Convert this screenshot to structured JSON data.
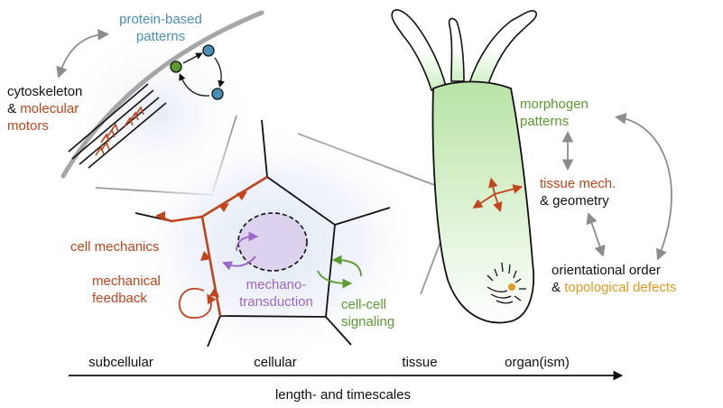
{
  "colors": {
    "orange": "#c0441c",
    "blue": "#4a8fb5",
    "green": "#5a9a2e",
    "purple": "#9a66c6",
    "yellow": "#e19a22",
    "gray": "#8c8c8c",
    "hydra_green": "#bfe6b0"
  },
  "labels": {
    "protein_line1": "protein-based",
    "protein_line2": "patterns",
    "cyto_line1": "cytoskeleton",
    "cyto_amp": "& ",
    "cyto_molecular": "molecular",
    "cyto_motors": "motors",
    "cell_mechanics": "cell mechanics",
    "mech_feedback_line1": "mechanical",
    "mech_feedback_line2": "feedback",
    "mechano_line1": "mechano-",
    "mechano_line2": "transduction",
    "cellcell_line1": "cell-cell",
    "cellcell_line2": "signaling",
    "morphogen_line1": "morphogen",
    "morphogen_line2": "patterns",
    "tissue_mech": "tissue mech.",
    "geometry": "& geometry",
    "orientational": "orientational order",
    "topo_amp": "& ",
    "topological": "topological defects"
  },
  "axis": {
    "ticks": [
      "subcellular",
      "cellular",
      "tissue",
      "organ(ism)"
    ],
    "title": "length- and timescales"
  },
  "icons": [
    "double-arrow-icon",
    "cycle-arrow-icon",
    "feedback-arrow-icon",
    "actin-filament-icon",
    "motor-chevron-icon",
    "cross-arrows-icon",
    "defect-dot-icon"
  ]
}
